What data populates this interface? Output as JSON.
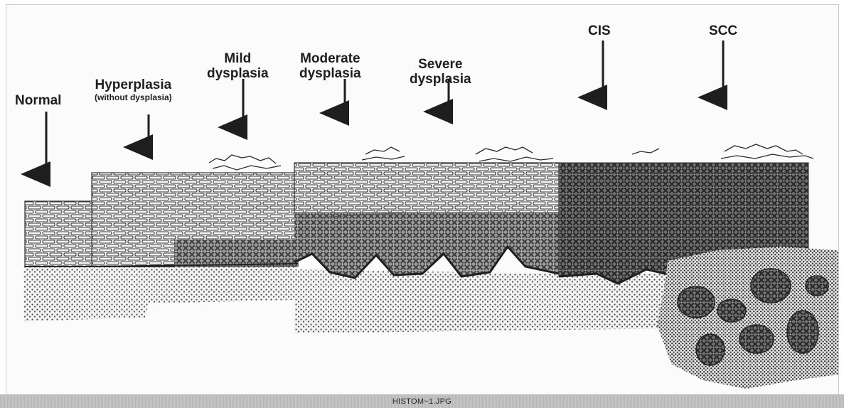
{
  "stages": [
    {
      "id": "normal",
      "label": "Normal",
      "sublabel": ""
    },
    {
      "id": "hyperplasia",
      "label": "Hyperplasia",
      "sublabel": "(without dysplasia)"
    },
    {
      "id": "mild",
      "label": "Mild\ndysplasia",
      "sublabel": ""
    },
    {
      "id": "moderate",
      "label": "Moderate\ndysplasia",
      "sublabel": ""
    },
    {
      "id": "severe",
      "label": "Severe\ndysplasia",
      "sublabel": ""
    },
    {
      "id": "cis",
      "label": "CIS",
      "sublabel": ""
    },
    {
      "id": "scc",
      "label": "SCC",
      "sublabel": ""
    }
  ],
  "statusbar": {
    "filename": "HISTOM~1.JPG"
  },
  "colors": {
    "text": "#1e1e1e",
    "tissue_dark": "#4a4a4a",
    "stroma": "#6a6a6a",
    "brick": "#3a3a3a"
  }
}
